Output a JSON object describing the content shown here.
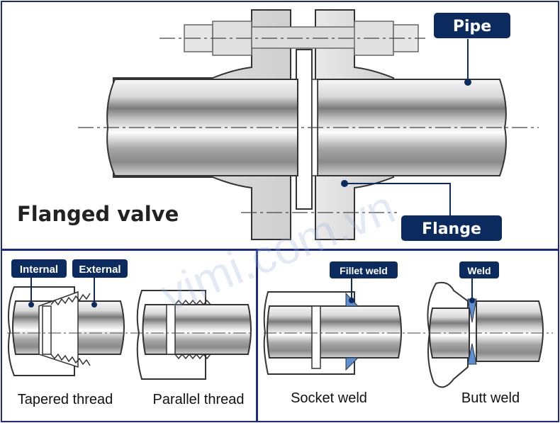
{
  "top_panel": {
    "title": "Flanged valve",
    "labels": {
      "pipe": "Pipe",
      "flange": "Flange"
    }
  },
  "bottom_left_panel": {
    "labels": {
      "internal": "Internal",
      "external": "External"
    },
    "captions": {
      "tapered": "Tapered thread",
      "parallel": "Parallel thread"
    }
  },
  "bottom_right_panel": {
    "labels": {
      "fillet_weld": "Fillet weld",
      "weld": "Weld"
    },
    "captions": {
      "socket": "Socket weld",
      "butt": "Butt weld"
    }
  },
  "watermark": "vimi.com.vn",
  "colors": {
    "border": "#1b2a8c",
    "label_bg": "#0b2b5e",
    "label_text": "#ffffff",
    "weld_blue": "#5b8fd6",
    "pipe_light": "#f4f4f4",
    "pipe_mid": "#bdbdbd",
    "pipe_dark": "#6b6b6b",
    "outline": "#333333"
  }
}
